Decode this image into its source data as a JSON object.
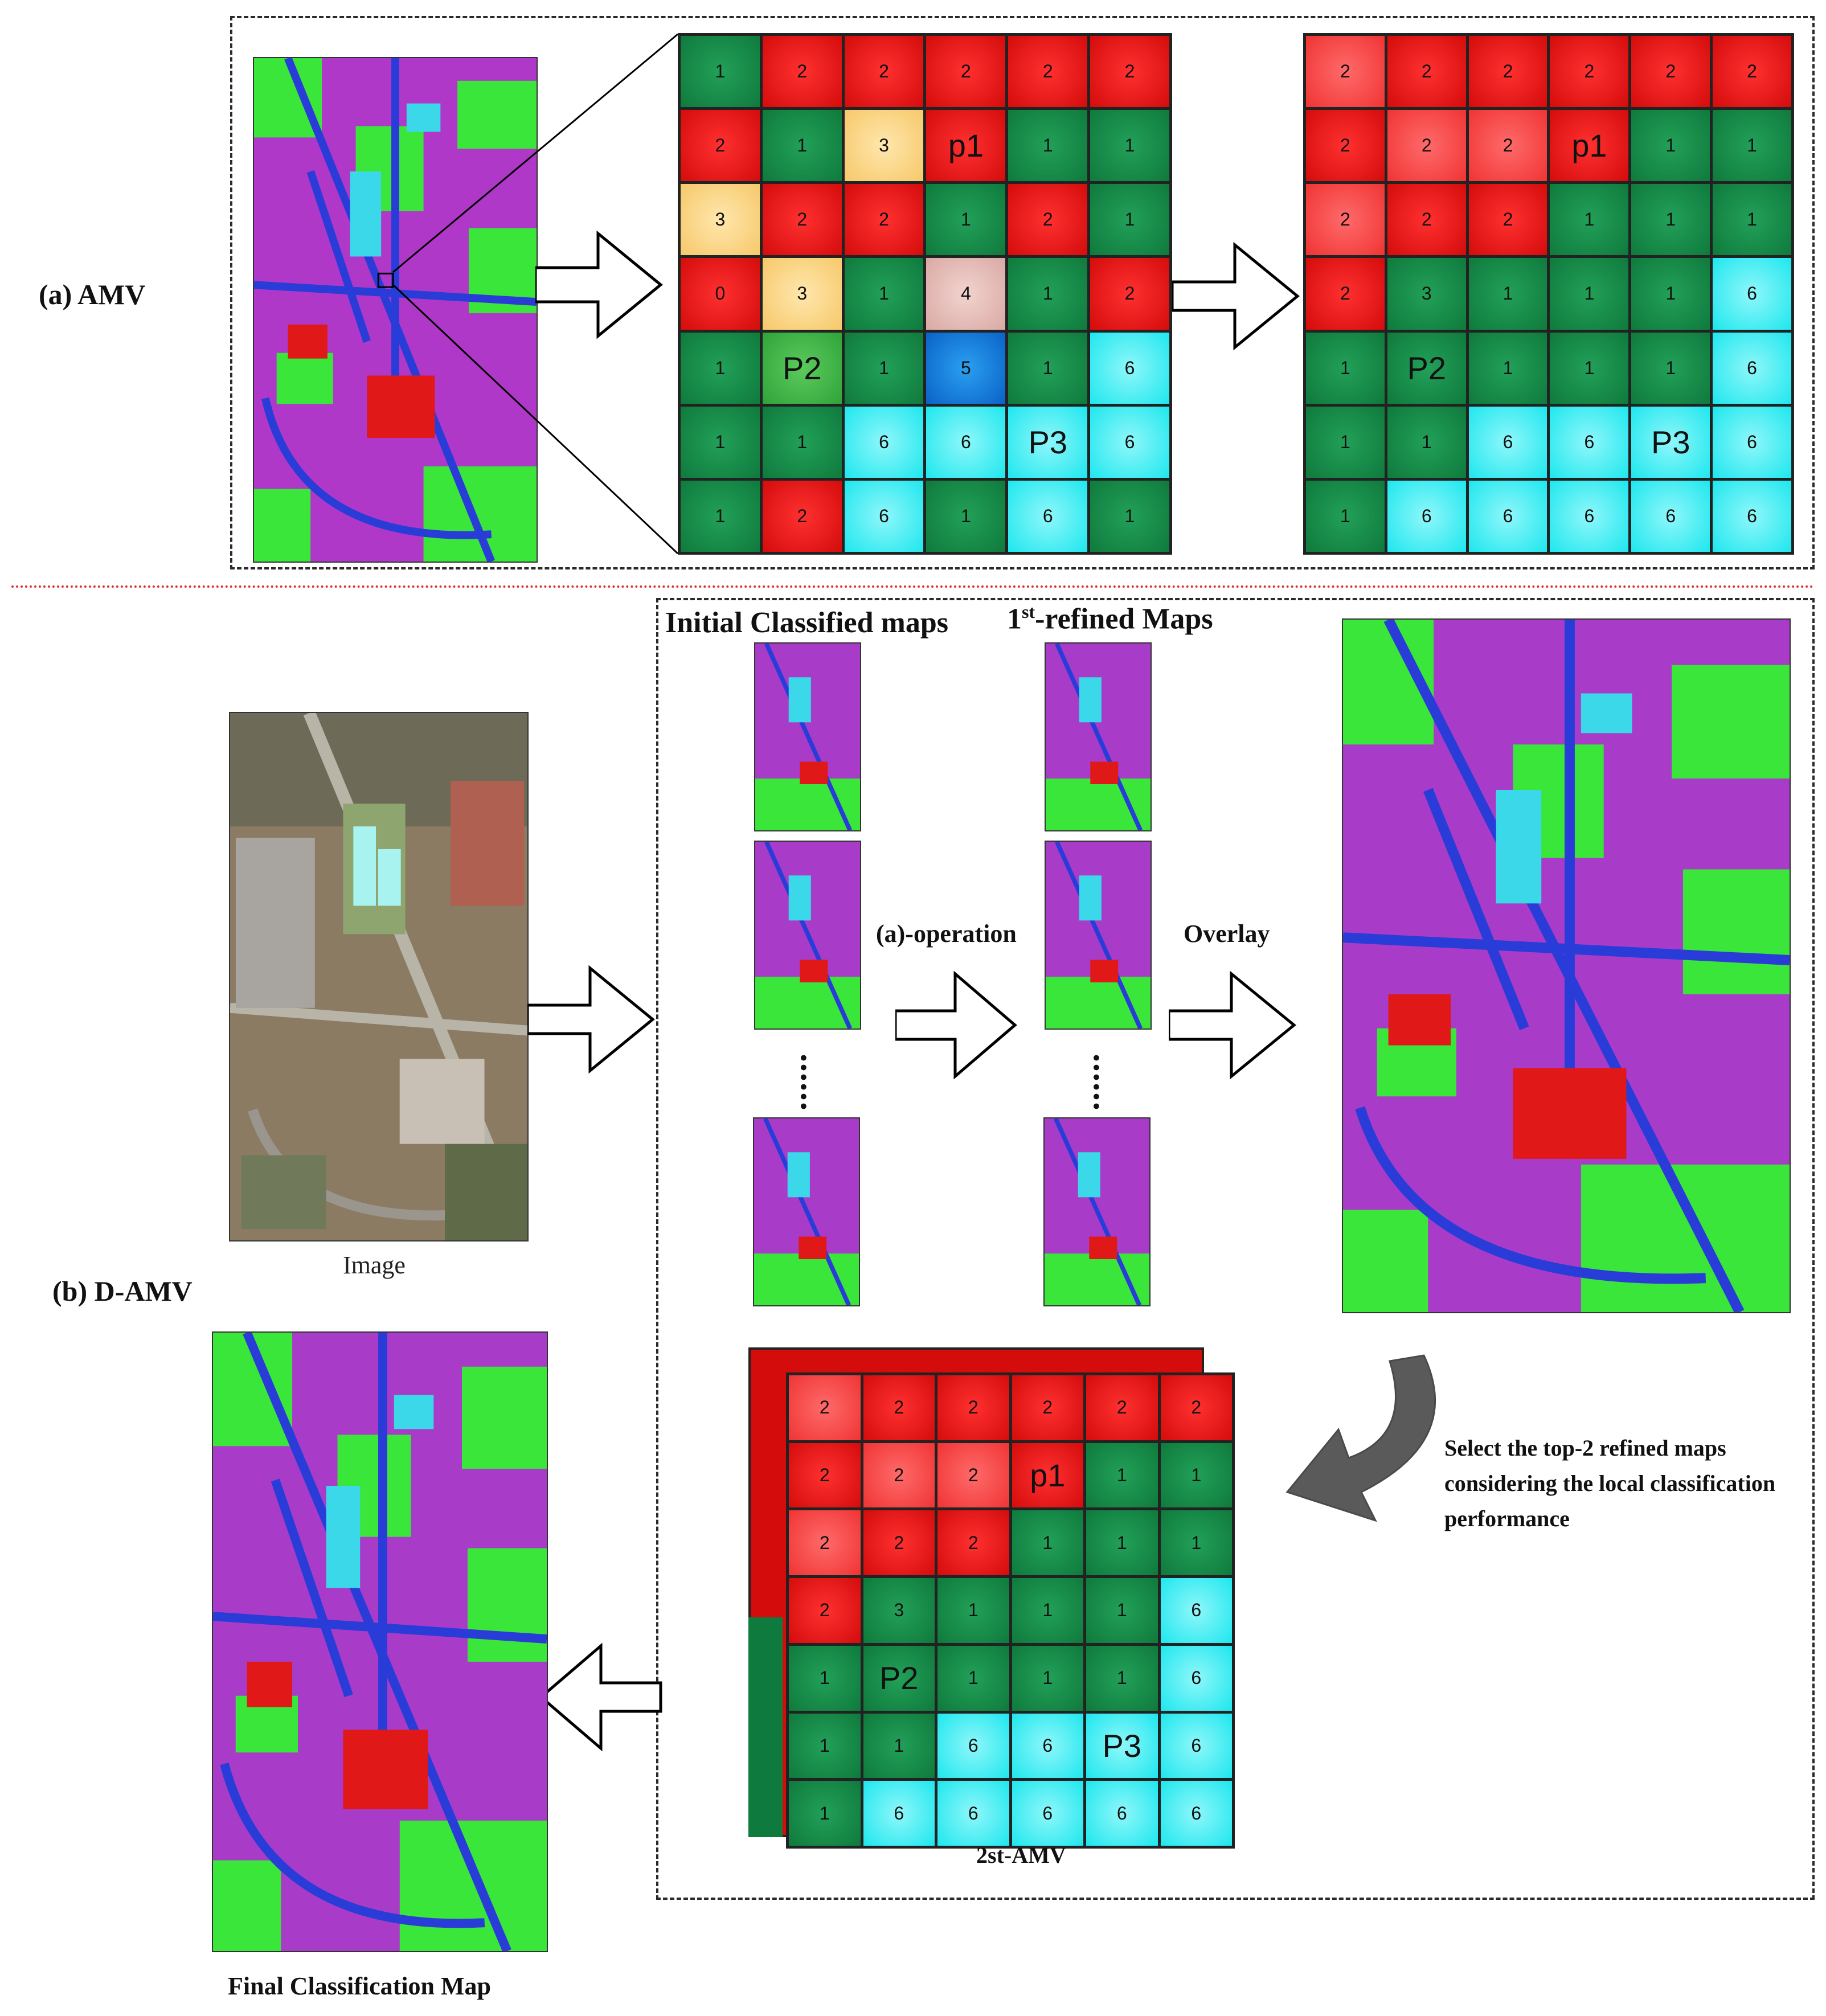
{
  "panel_a": {
    "label": "(a) AMV",
    "grid_before": [
      [
        "1",
        "2",
        "2",
        "2",
        "2",
        "2"
      ],
      [
        "2",
        "1",
        "3",
        "p1",
        "1",
        "1"
      ],
      [
        "3",
        "2",
        "2",
        "1",
        "2",
        "1"
      ],
      [
        "0",
        "3",
        "1",
        "4",
        "1",
        "2"
      ],
      [
        "1",
        "P2",
        "1",
        "5",
        "1",
        "6"
      ],
      [
        "1",
        "1",
        "6",
        "6",
        "P3",
        "6"
      ],
      [
        "1",
        "2",
        "6",
        "1",
        "6",
        "1"
      ]
    ],
    "grid_after": [
      [
        "2",
        "2",
        "2",
        "2",
        "2",
        "2"
      ],
      [
        "2",
        "2",
        "2",
        "p1",
        "1",
        "1"
      ],
      [
        "2",
        "2",
        "2",
        "1",
        "1",
        "1"
      ],
      [
        "2",
        "3",
        "1",
        "1",
        "1",
        "6"
      ],
      [
        "1",
        "P2",
        "1",
        "1",
        "1",
        "6"
      ],
      [
        "1",
        "1",
        "6",
        "6",
        "P3",
        "6"
      ],
      [
        "1",
        "6",
        "6",
        "6",
        "6",
        "6"
      ]
    ]
  },
  "panel_b": {
    "label": "(b) D-AMV",
    "image_caption": "Image",
    "initial_label": "Initial Classified maps",
    "refined_label_prefix": "1",
    "refined_label_sup": "st",
    "refined_label_suffix": "-refined Maps",
    "operation_label": "(a)-operation",
    "overlay_label": "Overlay",
    "select_text": "Select the top-2 refined maps considering the local classification performance",
    "amv2_label": "2st-AMV",
    "final_caption": "Final Classification Map"
  },
  "colors": {
    "green": "#0f7a3d",
    "red": "#d40c0c",
    "cyan": "#1ee7ee",
    "separator": "#e03030"
  }
}
